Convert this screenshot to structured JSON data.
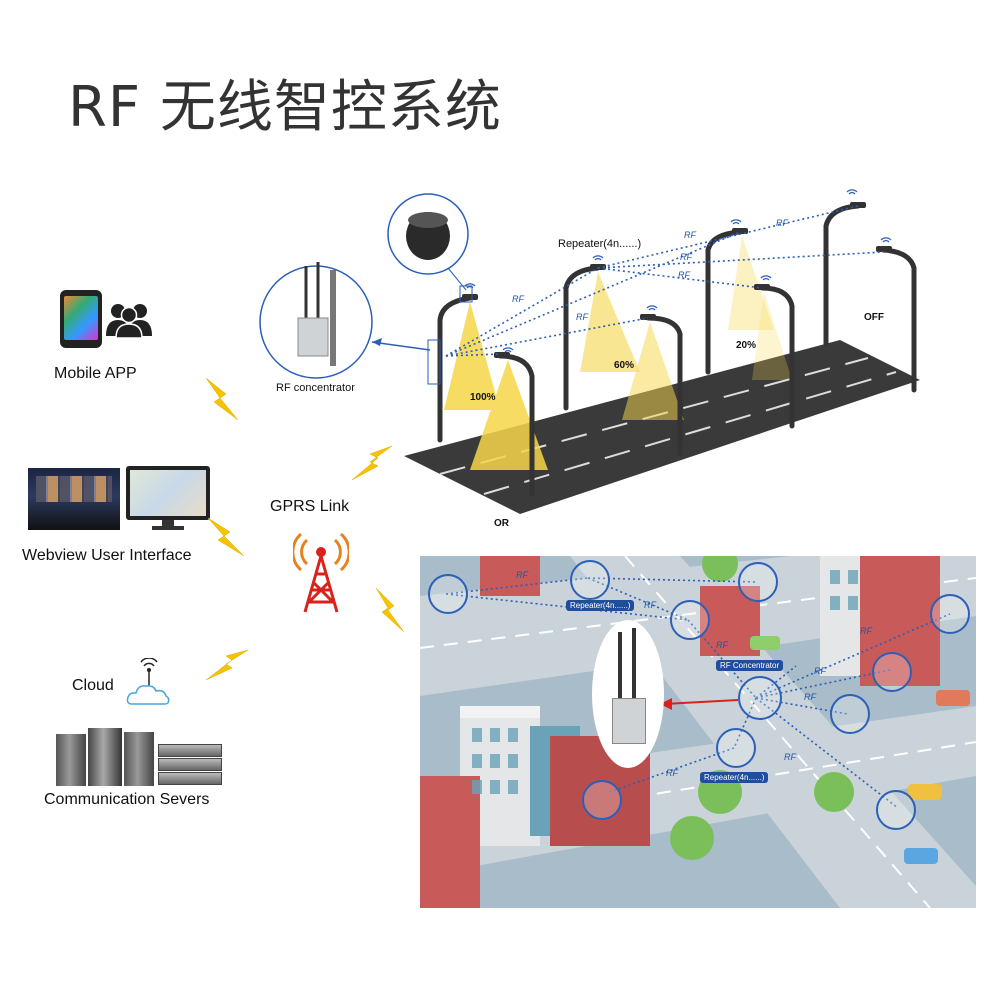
{
  "title": "RF 无线智控系统",
  "left": {
    "mobile_app": "Mobile APP",
    "webview": "Webview User Interface",
    "gprs_link": "GPRS Link",
    "cloud": "Cloud",
    "servers": "Communication Severs"
  },
  "street_scene": {
    "repeater_label": "Repeater(4n......)",
    "concentrator_label": "RF concentrator",
    "rf_label": "RF",
    "levels": [
      "100%",
      "60%",
      "20%",
      "OFF"
    ],
    "or_label": "OR"
  },
  "city_map": {
    "rf_concentrator_tag": "RF Concentrator",
    "repeater_tag_1": "Repeater(4n......)",
    "repeater_tag_2": "Repeater(4n......)",
    "rf_label": "RF"
  },
  "colors": {
    "link_blue": "#2b5fb8",
    "lightning_yellow": "#f5c400",
    "tower_red": "#d8221b",
    "road_dark": "#3a3a3a",
    "light_beam": "#f6d64a"
  }
}
